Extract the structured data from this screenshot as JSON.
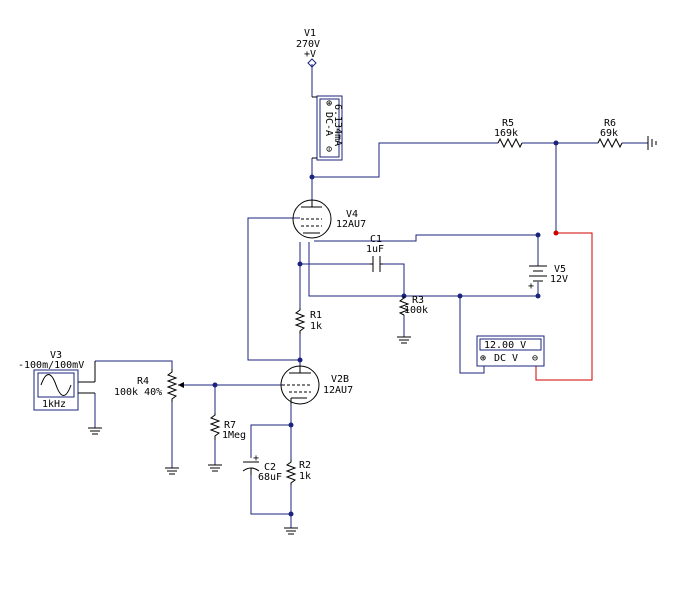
{
  "components": {
    "v1": {
      "ref": "V1",
      "value": "270V",
      "extra": "+V"
    },
    "ammeter": {
      "plus": "⊕",
      "mode": "DC-A",
      "reading": "6.134mA",
      "minus": "⊖"
    },
    "r5": {
      "ref": "R5",
      "value": "169k"
    },
    "r6": {
      "ref": "R6",
      "value": "69k"
    },
    "v4": {
      "ref": "V4",
      "value": "12AU7"
    },
    "c1": {
      "ref": "C1",
      "value": "1uF"
    },
    "v5": {
      "ref": "V5",
      "value": "12V"
    },
    "r3": {
      "ref": "R3",
      "value": "100k"
    },
    "r1": {
      "ref": "R1",
      "value": "1k"
    },
    "voltmeter": {
      "reading": "12.00 V",
      "plus": "⊕",
      "mode": "DC V",
      "minus": "⊖"
    },
    "v3": {
      "ref": "V3",
      "value": "-100m/100mV",
      "freq": "1kHz"
    },
    "r4": {
      "ref": "R4",
      "value": "100k 40%"
    },
    "v2b": {
      "ref": "V2B",
      "value": "12AU7"
    },
    "r7": {
      "ref": "R7",
      "value": "1Meg"
    },
    "c2": {
      "ref": "C2",
      "value": "68uF"
    },
    "r2": {
      "ref": "R2",
      "value": "1k"
    }
  },
  "colors": {
    "wire": "#1a237e",
    "meter_probe": "#d00000",
    "text": "#000000"
  }
}
